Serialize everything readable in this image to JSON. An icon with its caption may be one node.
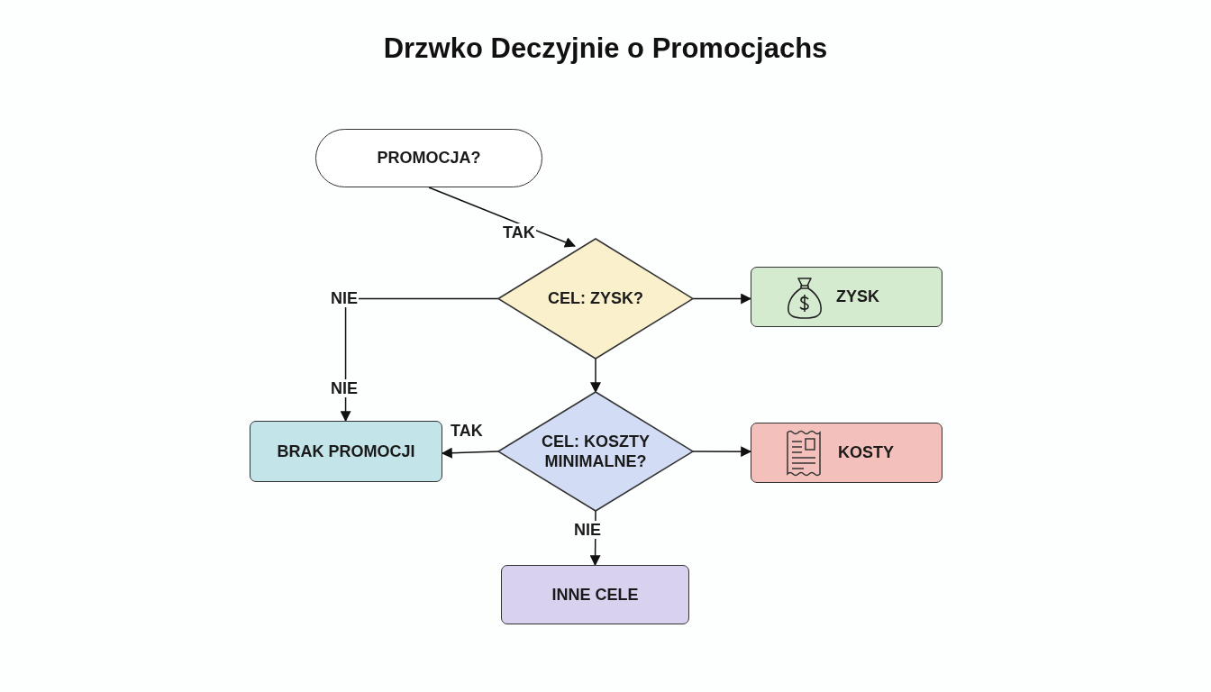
{
  "diagram": {
    "title": "Drzwko Deczyjnie o Promocjachs",
    "nodes": [
      {
        "text": [
          "PROMOCJA?"
        ]
      },
      {
        "text": [
          "CEL: ZYSK?"
        ]
      },
      {
        "text": [
          "ZYSK"
        ]
      },
      {
        "text": [
          "CEL: KOSZTY MINIMALNE?"
        ]
      },
      {
        "text": [
          "BRAK PROMOCJI"
        ]
      },
      {
        "text": [
          "KOSTY"
        ]
      },
      {
        "text": [
          "INNE CELE"
        ]
      }
    ],
    "edges": [
      {
        "from": 0,
        "to": 1,
        "arrow": "to",
        "label": "TAK"
      },
      {
        "from": 1,
        "to": 2,
        "arrow": "to"
      },
      {
        "from": 1,
        "to": 4,
        "arrow": "to",
        "label": "NIE"
      },
      {
        "from": 1,
        "to": 3,
        "arrow": "to"
      },
      {
        "from": 3,
        "to": 4,
        "arrow": "to",
        "label": "TAK"
      },
      {
        "from": 3,
        "to": 5,
        "arrow": "to"
      },
      {
        "from": 3,
        "to": 6,
        "arrow": "to",
        "label": "NIE"
      }
    ],
    "labels": [
      "NIE"
    ]
  }
}
